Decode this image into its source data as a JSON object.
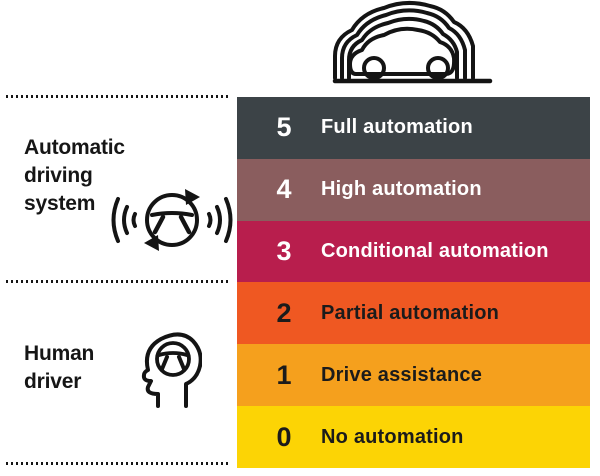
{
  "left_panel": {
    "automatic": {
      "lines": [
        "Automatic",
        "driving",
        "system"
      ]
    },
    "human": {
      "lines": [
        "Human",
        "driver"
      ]
    }
  },
  "icons": {
    "top": "autonomous-car-with-signal-arcs",
    "automatic_section": "steering-wheel-auto-rotation",
    "human_section": "human-head-with-steering-wheel"
  },
  "levels": [
    {
      "number": "5",
      "label": "Full automation",
      "color": "#3C4347",
      "text_color": "#FFFFFF"
    },
    {
      "number": "4",
      "label": "High automation",
      "color": "#8A5D5E",
      "text_color": "#FFFFFF"
    },
    {
      "number": "3",
      "label": "Conditional automation",
      "color": "#B81E4D",
      "text_color": "#FFFFFF"
    },
    {
      "number": "2",
      "label": "Partial automation",
      "color": "#EF5822",
      "text_color": "#1B1B1B"
    },
    {
      "number": "1",
      "label": "Drive assistance",
      "color": "#F5A01D",
      "text_color": "#1B1B1B"
    },
    {
      "number": "0",
      "label": "No automation",
      "color": "#FCD405",
      "text_color": "#1B1B1B"
    }
  ],
  "stroke_color": "#141414"
}
